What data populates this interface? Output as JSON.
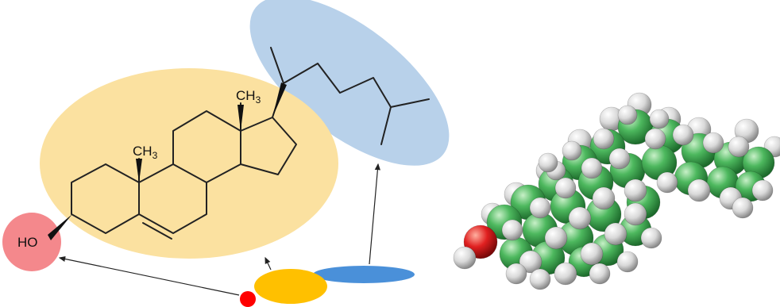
{
  "labels": {
    "hydroxyl": "HO",
    "methyl_top": "CH3",
    "methyl_mid": "CH3"
  },
  "regions": {
    "polar_head_color": "#f4888c",
    "steroid_core_color": "#fbe1a0",
    "side_chain_color": "#b8d1ea"
  },
  "schematic": {
    "head_color": "#ff0000",
    "core_color": "#ffc000",
    "tail_color": "#4a90d9"
  },
  "space_filling_model": {
    "carbon_color": "#3fa554",
    "hydrogen_color": "#e2e2e2",
    "oxygen_color": "#e02020"
  }
}
